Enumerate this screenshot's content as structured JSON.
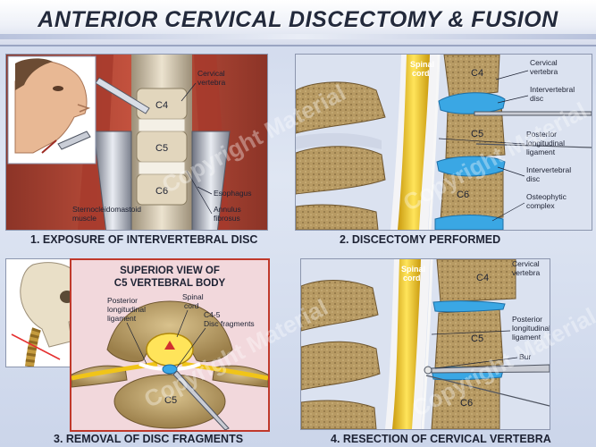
{
  "header": {
    "title": "ANTERIOR CERVICAL DISCECTOMY & FUSION"
  },
  "panel1": {
    "caption": "1. EXPOSURE OF INTERVERTEBRAL DISC",
    "vertebrae": [
      "C4",
      "C5",
      "C6"
    ],
    "labels": {
      "cervical_vertebra": [
        "Cervical",
        "vertebra"
      ],
      "esophagus": "Esophagus",
      "annulus": [
        "Annulus",
        "fibrosus"
      ],
      "scm": [
        "Sternocleidomastoid",
        "muscle"
      ]
    }
  },
  "panel2": {
    "caption": "2. DISCECTOMY PERFORMED",
    "vertebrae": [
      "C4",
      "C5",
      "C6"
    ],
    "labels": {
      "spinal_cord": [
        "Spinal",
        "cord"
      ],
      "cervical_vertebra": [
        "Cervical",
        "vertebra"
      ],
      "intervertebral_disc_top": [
        "Intervertebral",
        "disc"
      ],
      "pll": [
        "Posterior",
        "longitudinal",
        "ligament"
      ],
      "intervertebral_disc_bottom": [
        "Intervertebral",
        "disc"
      ],
      "osteophytic": [
        "Osteophytic",
        "complex"
      ]
    }
  },
  "panel3": {
    "caption": "3. REMOVAL OF DISC FRAGMENTS",
    "heading": [
      "SUPERIOR VIEW OF",
      "C5 VERTEBRAL BODY"
    ],
    "vertebra": "C5",
    "labels": {
      "pll": [
        "Posterior",
        "longitudinal",
        "ligament"
      ],
      "spinal_cord": [
        "Spinal",
        "cord"
      ],
      "fragments": [
        "C4-5",
        "Disc fragments"
      ]
    }
  },
  "panel4": {
    "caption": "4. RESECTION OF CERVICAL VERTEBRA",
    "vertebrae": [
      "C4",
      "C5",
      "C6"
    ],
    "labels": {
      "spinal_cord": [
        "Spinal",
        "cord"
      ],
      "cervical_vertebra": [
        "Cervical",
        "vertebra"
      ],
      "pll": [
        "Posterior",
        "longitudinal",
        "ligament"
      ],
      "bur": "Bur"
    }
  },
  "watermark": {
    "text": "Copyright Material"
  },
  "colors": {
    "bone": "#b79a63",
    "bone_dark": "#7d6338",
    "disc_blue": "#3aa7e4",
    "cord_yellow": "#f0c419",
    "muscle_red": "#b8322a",
    "panel3_bg": "#f2d8dc",
    "panel3_border": "#c0392b"
  }
}
